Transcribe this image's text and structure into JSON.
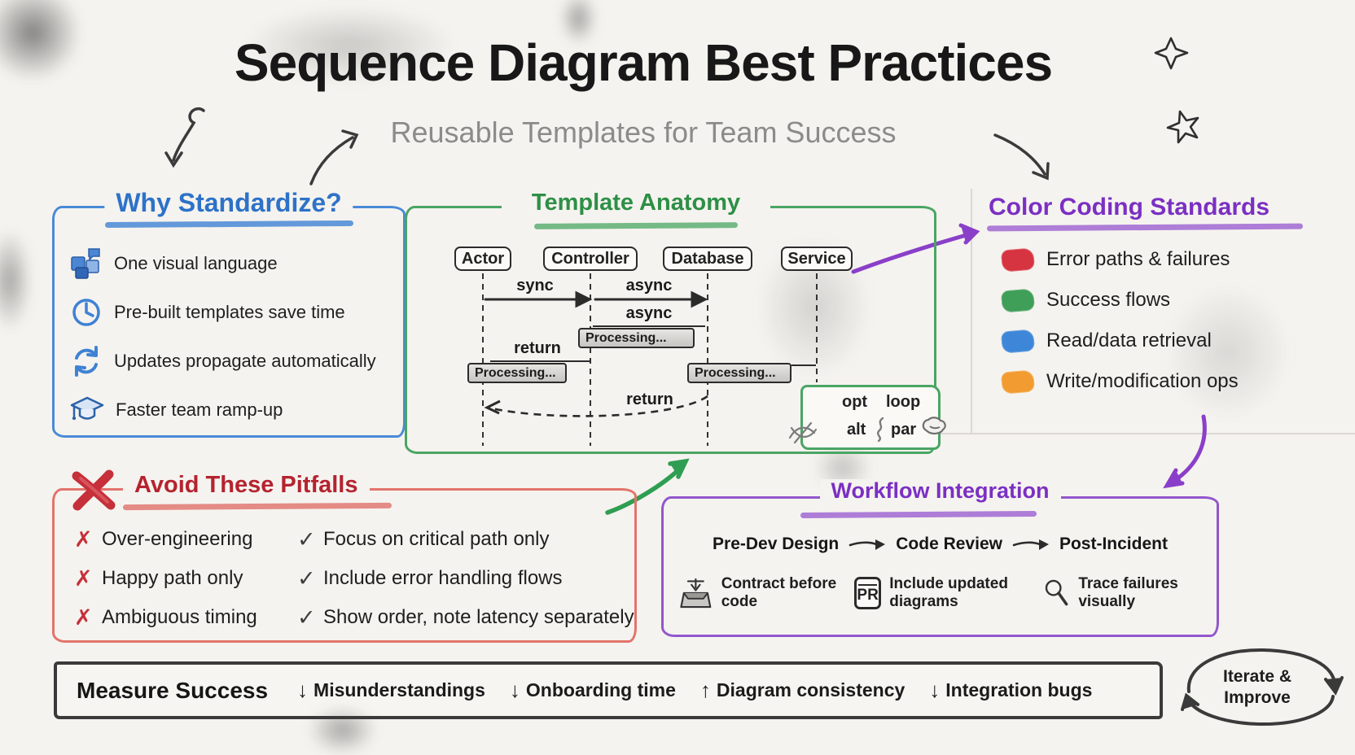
{
  "palette": {
    "paper": "#f5f3ef",
    "blue": "#2d72c8",
    "green": "#2e8f47",
    "purple": "#7b2fc3",
    "red": "#b5232f",
    "orange": "#f29b30"
  },
  "header": {
    "title": "Sequence Diagram Best Practices",
    "subtitle": "Reusable Templates for Team Success"
  },
  "why": {
    "title": "Why Standardize?",
    "items": [
      {
        "icon": "puzzle-icon",
        "label": "One visual language"
      },
      {
        "icon": "clock-icon",
        "label": "Pre-built templates save time"
      },
      {
        "icon": "refresh-icon",
        "label": "Updates propagate automatically"
      },
      {
        "icon": "graduation-cap-icon",
        "label": "Faster team ramp-up"
      }
    ]
  },
  "anatomy": {
    "title": "Template Anatomy",
    "actors": [
      "Actor",
      "Controller",
      "Database",
      "Service"
    ],
    "labels": {
      "sync": "sync",
      "async1": "async",
      "async2": "async",
      "return1": "return",
      "return2": "return"
    },
    "processing": "Processing...",
    "fragments": [
      "opt",
      "loop",
      "alt",
      "par"
    ]
  },
  "color_coding": {
    "title": "Color Coding Standards",
    "items": [
      {
        "color": "#d63440",
        "name": "red-swatch",
        "label": "Error paths & failures"
      },
      {
        "color": "#3f9e57",
        "name": "green-swatch",
        "label": "Success flows"
      },
      {
        "color": "#3e87d8",
        "name": "blue-swatch",
        "label": "Read/data retrieval"
      },
      {
        "color": "#f29b30",
        "name": "orange-swatch",
        "label": "Write/modification ops"
      }
    ]
  },
  "pitfalls": {
    "title": "Avoid These Pitfalls",
    "x_glyph": "✗",
    "check_glyph": "✓",
    "rows": [
      {
        "dont": "Over-engineering",
        "do": "Focus on critical path only"
      },
      {
        "dont": "Happy path only",
        "do": "Include error handling flows"
      },
      {
        "dont": "Ambiguous timing",
        "do": "Show order, note latency separately"
      }
    ]
  },
  "workflow": {
    "title": "Workflow Integration",
    "stages": [
      "Pre-Dev Design",
      "Code Review",
      "Post-Incident"
    ],
    "notes": [
      {
        "icon": "inbox-tray-icon",
        "label": "Contract before code"
      },
      {
        "icon": "pull-request-icon",
        "badge": "PR",
        "label": "Include updated diagrams"
      },
      {
        "icon": "magnifier-icon",
        "label": "Trace failures visually"
      }
    ]
  },
  "measure": {
    "title": "Measure Success",
    "items": [
      {
        "arrow": "↓",
        "label": "Misunderstandings"
      },
      {
        "arrow": "↓",
        "label": "Onboarding time"
      },
      {
        "arrow": "↑",
        "label": "Diagram consistency"
      },
      {
        "arrow": "↓",
        "label": "Integration bugs"
      }
    ]
  },
  "iterate": {
    "line1": "Iterate &",
    "line2": "Improve"
  }
}
